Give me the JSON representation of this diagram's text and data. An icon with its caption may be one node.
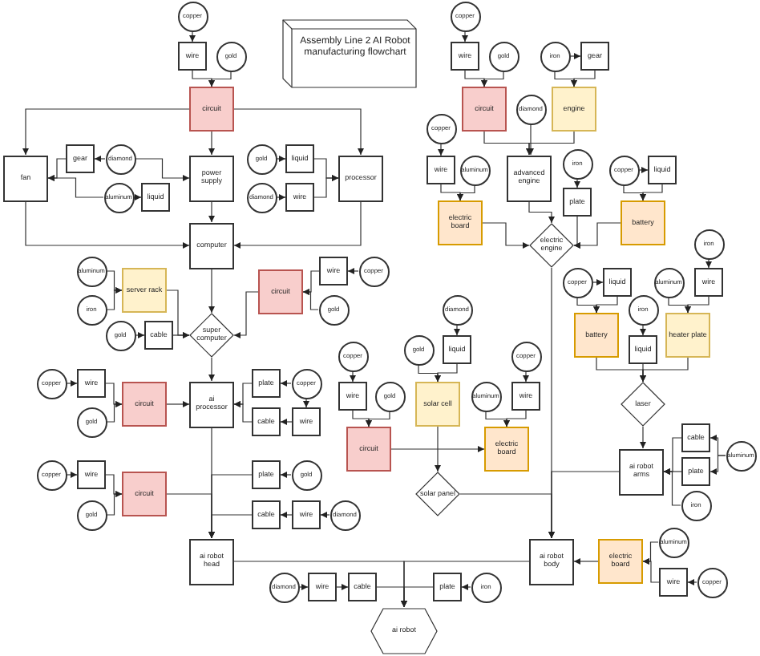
{
  "diagram": {
    "title": "Assembly Line 2 AI Robot manufacturing flowchart",
    "nodes": [
      {
        "text": [
          "copper"
        ]
      },
      {
        "text": [
          "wire"
        ]
      },
      {
        "text": [
          "gold"
        ]
      },
      {
        "text": [
          "circuit"
        ]
      },
      {
        "text": [
          "fan"
        ]
      },
      {
        "text": [
          "gear"
        ]
      },
      {
        "text": [
          "diamond"
        ]
      },
      {
        "text": [
          "power supply"
        ]
      },
      {
        "text": [
          "gold"
        ]
      },
      {
        "text": [
          "liquid"
        ]
      },
      {
        "text": [
          "processor"
        ]
      },
      {
        "text": [
          "aluminum"
        ]
      },
      {
        "text": [
          "liquid"
        ]
      },
      {
        "text": [
          "diamond"
        ]
      },
      {
        "text": [
          "wire"
        ]
      },
      {
        "text": [
          "computer"
        ]
      },
      {
        "text": [
          "aluminum"
        ]
      },
      {
        "text": [
          "server rack"
        ]
      },
      {
        "text": [
          "circuit"
        ]
      },
      {
        "text": [
          "wire"
        ]
      },
      {
        "text": [
          "copper"
        ]
      },
      {
        "text": [
          "iron"
        ]
      },
      {
        "text": [
          "gold"
        ]
      },
      {
        "text": [
          "gold"
        ]
      },
      {
        "text": [
          "cable"
        ]
      },
      {
        "text": [
          "super computer"
        ]
      },
      {
        "text": [
          "copper"
        ]
      },
      {
        "text": [
          "wire"
        ]
      },
      {
        "text": [
          "plate"
        ]
      },
      {
        "text": [
          "copper"
        ]
      },
      {
        "text": [
          "circuit"
        ]
      },
      {
        "text": [
          "ai processor"
        ]
      },
      {
        "text": [
          "gold"
        ]
      },
      {
        "text": [
          "cable"
        ]
      },
      {
        "text": [
          "wire"
        ]
      },
      {
        "text": [
          "copper"
        ]
      },
      {
        "text": [
          "wire"
        ]
      },
      {
        "text": [
          "plate"
        ]
      },
      {
        "text": [
          "gold"
        ]
      },
      {
        "text": [
          "circuit"
        ]
      },
      {
        "text": [
          "gold"
        ]
      },
      {
        "text": [
          "cable"
        ]
      },
      {
        "text": [
          "wire"
        ]
      },
      {
        "text": [
          "diamond"
        ]
      },
      {
        "text": [
          "ai robot head"
        ]
      },
      {
        "text": [
          "diamond"
        ]
      },
      {
        "text": [
          "wire"
        ]
      },
      {
        "text": [
          "cable"
        ]
      },
      {
        "text": [
          "plate"
        ]
      },
      {
        "text": [
          "iron"
        ]
      },
      {
        "text": [
          "ai robot"
        ]
      },
      {
        "text": [
          "copper"
        ]
      },
      {
        "text": [
          "wire"
        ]
      },
      {
        "text": [
          "gold"
        ]
      },
      {
        "text": [
          "iron"
        ]
      },
      {
        "text": [
          "gear"
        ]
      },
      {
        "text": [
          "circuit"
        ]
      },
      {
        "text": [
          "diamond"
        ]
      },
      {
        "text": [
          "engine"
        ]
      },
      {
        "text": [
          "copper"
        ]
      },
      {
        "text": [
          "wire"
        ]
      },
      {
        "text": [
          "aluminum"
        ]
      },
      {
        "text": [
          "advanced engine"
        ]
      },
      {
        "text": [
          "iron"
        ]
      },
      {
        "text": [
          "copper"
        ]
      },
      {
        "text": [
          "liquid"
        ]
      },
      {
        "text": [
          "plate"
        ]
      },
      {
        "text": [
          "electric board"
        ]
      },
      {
        "text": [
          "battery"
        ]
      },
      {
        "text": [
          "electric engine"
        ]
      },
      {
        "text": [
          "iron"
        ]
      },
      {
        "text": [
          "copper"
        ]
      },
      {
        "text": [
          "liquid"
        ]
      },
      {
        "text": [
          "aluminum"
        ]
      },
      {
        "text": [
          "wire"
        ]
      },
      {
        "text": [
          "diamond"
        ]
      },
      {
        "text": [
          "iron"
        ]
      },
      {
        "text": [
          "battery"
        ]
      },
      {
        "text": [
          "heater plate"
        ]
      },
      {
        "text": [
          "gold"
        ]
      },
      {
        "text": [
          "liquid"
        ]
      },
      {
        "text": [
          "copper"
        ]
      },
      {
        "text": [
          "copper"
        ]
      },
      {
        "text": [
          "liquid"
        ]
      },
      {
        "text": [
          "wire"
        ]
      },
      {
        "text": [
          "gold"
        ]
      },
      {
        "text": [
          "aluminum"
        ]
      },
      {
        "text": [
          "wire"
        ]
      },
      {
        "text": [
          "solar cell"
        ]
      },
      {
        "text": [
          "laser"
        ]
      },
      {
        "text": [
          "cable"
        ]
      },
      {
        "text": [
          "circuit"
        ]
      },
      {
        "text": [
          "electric board"
        ]
      },
      {
        "text": [
          "aluminum"
        ]
      },
      {
        "text": [
          "ai robot arms"
        ]
      },
      {
        "text": [
          "solar panel"
        ]
      },
      {
        "text": [
          "iron"
        ]
      },
      {
        "text": [
          "aluminum"
        ]
      },
      {
        "text": [
          "ai robot body"
        ]
      },
      {
        "text": [
          "electric board"
        ]
      },
      {
        "text": [
          "wire"
        ]
      },
      {
        "text": [
          "copper"
        ]
      },
      {
        "text": [
          "plate"
        ]
      }
    ],
    "edges": [
      {
        "from": 0,
        "to": 1,
        "arrow": "to"
      },
      {
        "from": 1,
        "to": 3,
        "arrow": "to"
      },
      {
        "from": 2,
        "to": 3,
        "arrow": "to"
      },
      {
        "from": 3,
        "to": 4,
        "arrow": "to"
      },
      {
        "from": 3,
        "to": 7,
        "arrow": "to"
      },
      {
        "from": 3,
        "to": 10,
        "arrow": "to"
      },
      {
        "from": 5,
        "to": 4,
        "arrow": "to"
      },
      {
        "from": 6,
        "to": 5,
        "arrow": "to"
      },
      {
        "from": 6,
        "to": 7,
        "arrow": "to"
      },
      {
        "from": 11,
        "to": 4,
        "arrow": "to"
      },
      {
        "from": 11,
        "to": 12,
        "arrow": "to"
      },
      {
        "from": 8,
        "to": 9,
        "arrow": "to"
      },
      {
        "from": 13,
        "to": 14,
        "arrow": "to"
      },
      {
        "from": 9,
        "to": 10,
        "arrow": "to"
      },
      {
        "from": 14,
        "to": 10,
        "arrow": "to"
      },
      {
        "from": 4,
        "to": 15,
        "arrow": "to"
      },
      {
        "from": 7,
        "to": 15,
        "arrow": "to"
      },
      {
        "from": 10,
        "to": 15,
        "arrow": "to"
      },
      {
        "from": 16,
        "to": 17,
        "arrow": "to"
      },
      {
        "from": 21,
        "to": 17,
        "arrow": "to"
      },
      {
        "from": 17,
        "to": 25,
        "arrow": "to"
      },
      {
        "from": 23,
        "to": 24,
        "arrow": "to"
      },
      {
        "from": 24,
        "to": 25,
        "arrow": "to"
      },
      {
        "from": 15,
        "to": 25,
        "arrow": "to"
      },
      {
        "from": 20,
        "to": 19,
        "arrow": "to"
      },
      {
        "from": 19,
        "to": 18,
        "arrow": "to"
      },
      {
        "from": 22,
        "to": 18,
        "arrow": "to"
      },
      {
        "from": 18,
        "to": 25,
        "arrow": "to"
      },
      {
        "from": 25,
        "to": 31,
        "arrow": "to"
      },
      {
        "from": 26,
        "to": 27,
        "arrow": "to"
      },
      {
        "from": 27,
        "to": 30,
        "arrow": "to"
      },
      {
        "from": 32,
        "to": 30,
        "arrow": "to"
      },
      {
        "from": 30,
        "to": 31,
        "arrow": "to"
      },
      {
        "from": 29,
        "to": 28,
        "arrow": "to"
      },
      {
        "from": 29,
        "to": 34,
        "arrow": "to"
      },
      {
        "from": 34,
        "to": 33,
        "arrow": "to"
      },
      {
        "from": 28,
        "to": 31,
        "arrow": "to"
      },
      {
        "from": 33,
        "to": 31,
        "arrow": "to"
      },
      {
        "from": 31,
        "to": 44,
        "arrow": "to"
      },
      {
        "from": 35,
        "to": 36,
        "arrow": "to"
      },
      {
        "from": 36,
        "to": 39,
        "arrow": "to"
      },
      {
        "from": 40,
        "to": 39,
        "arrow": "to"
      },
      {
        "from": 39,
        "to": 44,
        "arrow": "to"
      },
      {
        "from": 38,
        "to": 37,
        "arrow": "to"
      },
      {
        "from": 37,
        "to": 44,
        "arrow": "to"
      },
      {
        "from": 43,
        "to": 42,
        "arrow": "to"
      },
      {
        "from": 42,
        "to": 41,
        "arrow": "to"
      },
      {
        "from": 41,
        "to": 44,
        "arrow": "to"
      },
      {
        "from": 44,
        "to": 50,
        "arrow": "to"
      },
      {
        "from": 45,
        "to": 46,
        "arrow": "to"
      },
      {
        "from": 46,
        "to": 47,
        "arrow": "to"
      },
      {
        "from": 47,
        "to": 50,
        "arrow": "to"
      },
      {
        "from": 49,
        "to": 48,
        "arrow": "to"
      },
      {
        "from": 48,
        "to": 50,
        "arrow": "to"
      },
      {
        "from": 98,
        "to": 50,
        "arrow": "to"
      },
      {
        "from": 51,
        "to": 52,
        "arrow": "to"
      },
      {
        "from": 52,
        "to": 56,
        "arrow": "to"
      },
      {
        "from": 53,
        "to": 56,
        "arrow": "to"
      },
      {
        "from": 54,
        "to": 55,
        "arrow": "to"
      },
      {
        "from": 54,
        "to": 58,
        "arrow": "to"
      },
      {
        "from": 55,
        "to": 58,
        "arrow": "to"
      },
      {
        "from": 56,
        "to": 62,
        "arrow": "to"
      },
      {
        "from": 57,
        "to": 62,
        "arrow": "to"
      },
      {
        "from": 58,
        "to": 62,
        "arrow": "to"
      },
      {
        "from": 59,
        "to": 60,
        "arrow": "to"
      },
      {
        "from": 60,
        "to": 67,
        "arrow": "to"
      },
      {
        "from": 61,
        "to": 67,
        "arrow": "to"
      },
      {
        "from": 67,
        "to": 69,
        "arrow": "to"
      },
      {
        "from": 62,
        "to": 69,
        "arrow": "to"
      },
      {
        "from": 63,
        "to": 66,
        "arrow": "to"
      },
      {
        "from": 66,
        "to": 69,
        "arrow": "to"
      },
      {
        "from": 64,
        "to": 65,
        "arrow": "to"
      },
      {
        "from": 64,
        "to": 68,
        "arrow": "to"
      },
      {
        "from": 65,
        "to": 68,
        "arrow": "to"
      },
      {
        "from": 68,
        "to": 69,
        "arrow": "to"
      },
      {
        "from": 69,
        "to": 98,
        "arrow": "to"
      },
      {
        "from": 70,
        "to": 74,
        "arrow": "to"
      },
      {
        "from": 74,
        "to": 78,
        "arrow": "to"
      },
      {
        "from": 73,
        "to": 78,
        "arrow": "to"
      },
      {
        "from": 71,
        "to": 72,
        "arrow": "to"
      },
      {
        "from": 71,
        "to": 77,
        "arrow": "to"
      },
      {
        "from": 72,
        "to": 77,
        "arrow": "to"
      },
      {
        "from": 76,
        "to": 83,
        "arrow": "to"
      },
      {
        "from": 77,
        "to": 89,
        "arrow": "to"
      },
      {
        "from": 83,
        "to": 89,
        "arrow": "to"
      },
      {
        "from": 78,
        "to": 89,
        "arrow": "to"
      },
      {
        "from": 75,
        "to": 80,
        "arrow": "to"
      },
      {
        "from": 80,
        "to": 88,
        "arrow": "to"
      },
      {
        "from": 79,
        "to": 88,
        "arrow": "to"
      },
      {
        "from": 81,
        "to": 84,
        "arrow": "to"
      },
      {
        "from": 84,
        "to": 91,
        "arrow": "to"
      },
      {
        "from": 85,
        "to": 91,
        "arrow": "to"
      },
      {
        "from": 82,
        "to": 87,
        "arrow": "to"
      },
      {
        "from": 87,
        "to": 92,
        "arrow": "to"
      },
      {
        "from": 86,
        "to": 92,
        "arrow": "to"
      },
      {
        "from": 91,
        "to": 92,
        "arrow": "to"
      },
      {
        "from": 88,
        "to": 95,
        "arrow": "to"
      },
      {
        "from": 95,
        "to": 98,
        "arrow": "to"
      },
      {
        "from": 89,
        "to": 94,
        "arrow": "to"
      },
      {
        "from": 93,
        "to": 90,
        "arrow": "to"
      },
      {
        "from": 93,
        "to": 102,
        "arrow": "to"
      },
      {
        "from": 90,
        "to": 94,
        "arrow": "to"
      },
      {
        "from": 102,
        "to": 94,
        "arrow": "to"
      },
      {
        "from": 96,
        "to": 94,
        "arrow": "to"
      },
      {
        "from": 94,
        "to": 98,
        "arrow": "to"
      },
      {
        "from": 101,
        "to": 100,
        "arrow": "to"
      },
      {
        "from": 100,
        "to": 99,
        "arrow": "to"
      },
      {
        "from": 97,
        "to": 99,
        "arrow": "to"
      },
      {
        "from": 99,
        "to": 98,
        "arrow": "to"
      }
    ]
  }
}
